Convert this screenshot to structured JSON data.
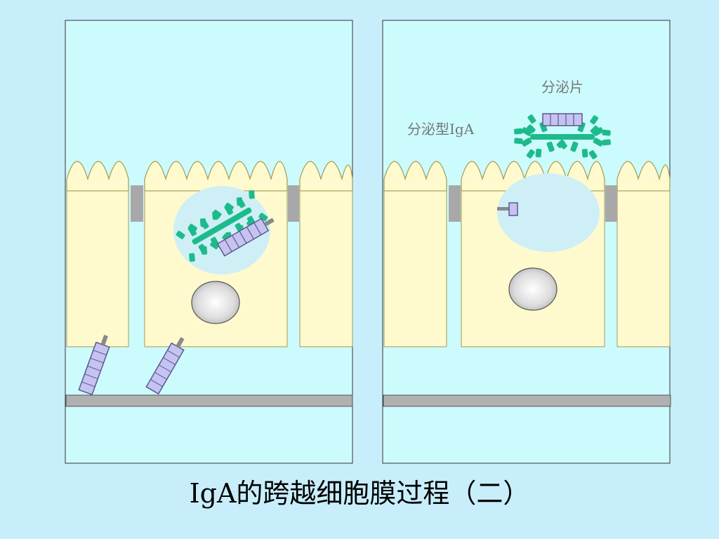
{
  "slide": {
    "caption": "IgA的跨越细胞膜过程（二）",
    "labels": {
      "secretory_component": "分泌片",
      "secretory_iga": "分泌型IgA"
    }
  },
  "colors": {
    "background": "#c9eefb",
    "panel_fill": "#ccfbfd",
    "cell_fill": "#fffacd",
    "cell_stroke": "#a09b55",
    "junction": "#a8a8a8",
    "antibody": "#1dbb8c",
    "receptor_fill": "#c6c3f2",
    "receptor_stroke": "#5a5a8a",
    "vesicle": "#cfeff6"
  }
}
